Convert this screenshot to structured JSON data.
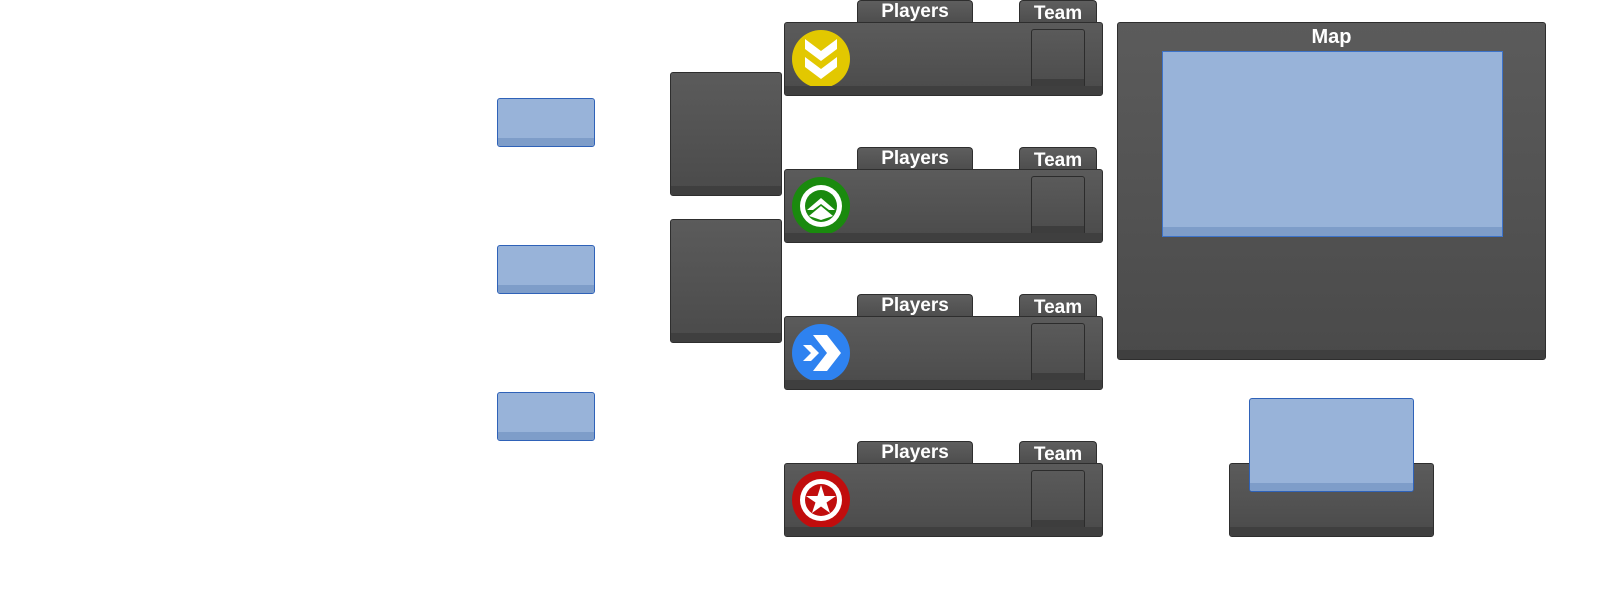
{
  "factions": [
    {
      "players_label": "Players",
      "team_label": "Team",
      "emblem": "yellow-chevron-emblem",
      "color": "#e2c800"
    },
    {
      "players_label": "Players",
      "team_label": "Team",
      "emblem": "green-arrow-emblem",
      "color": "#1a8a0e"
    },
    {
      "players_label": "Players",
      "team_label": "Team",
      "emblem": "blue-chevron-emblem",
      "color": "#2e82f0"
    },
    {
      "players_label": "Players",
      "team_label": "Team",
      "emblem": "red-star-emblem",
      "color": "#c10d0d"
    }
  ],
  "map": {
    "title": "Map"
  },
  "colors": {
    "panel": "#525252",
    "button_blue": "#98b3d9",
    "button_border": "#2f62b8"
  }
}
